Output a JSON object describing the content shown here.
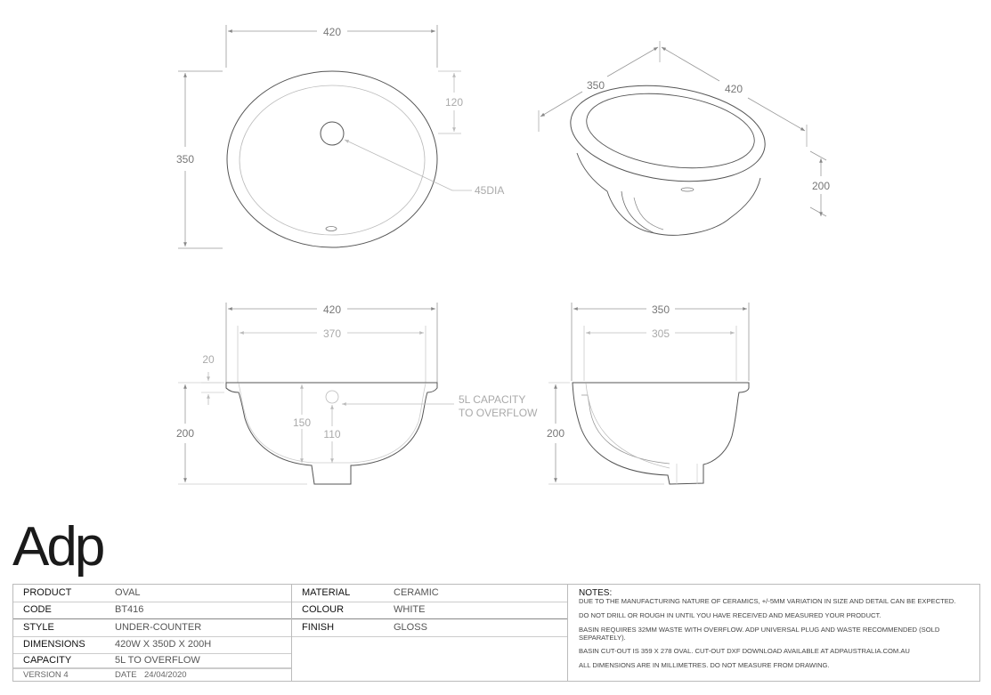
{
  "drawing": {
    "plan_view": {
      "width_label": "420",
      "depth_label": "350",
      "waste_offset_label": "120",
      "waste_hole_label": "45DIA"
    },
    "iso_view": {
      "depth_label": "350",
      "width_label": "420",
      "height_label": "200"
    },
    "front_section": {
      "overall_width_label": "420",
      "inner_width_label": "370",
      "rim_label": "20",
      "height_label": "200",
      "bowl_depth_label": "150",
      "overflow_height_label": "110",
      "capacity_note_line1": "5L CAPACITY",
      "capacity_note_line2": "TO OVERFLOW"
    },
    "side_section": {
      "overall_width_label": "350",
      "inner_width_label": "305",
      "height_label": "200"
    }
  },
  "brand": {
    "logo_text": "Adp"
  },
  "specs_left": [
    {
      "key": "PRODUCT",
      "value": "OVAL"
    },
    {
      "key": "CODE",
      "value": "BT416"
    },
    {
      "key": "STYLE",
      "value": "UNDER-COUNTER"
    },
    {
      "key": "DIMENSIONS",
      "value": "420W X 350D X 200H"
    },
    {
      "key": "CAPACITY",
      "value": "5L  TO OVERFLOW"
    }
  ],
  "version": {
    "label": "VERSION 4",
    "date_label": "DATE",
    "date": "24/04/2020"
  },
  "specs_right": [
    {
      "key": "MATERIAL",
      "value": "CERAMIC"
    },
    {
      "key": "COLOUR",
      "value": "WHITE"
    },
    {
      "key": "FINISH",
      "value": "GLOSS"
    }
  ],
  "notes": {
    "title": "NOTES:",
    "items": [
      "DUE TO THE MANUFACTURING NATURE OF CERAMICS, +/-5MM VARIATION IN SIZE AND DETAIL CAN BE EXPECTED.",
      "DO NOT DRILL OR ROUGH IN UNTIL YOU HAVE RECEIVED AND MEASURED YOUR PRODUCT.",
      "BASIN REQUIRES 32MM WASTE WITH OVERFLOW. ADP UNIVERSAL PLUG AND WASTE RECOMMENDED (SOLD SEPARATELY).",
      "BASIN CUT-OUT IS 359 X 278 OVAL. CUT-OUT DXF DOWNLOAD AVAILABLE AT ADPAUSTRALIA.COM.AU",
      "ALL DIMENSIONS ARE IN MILLIMETRES. DO NOT MEASURE FROM DRAWING."
    ]
  }
}
